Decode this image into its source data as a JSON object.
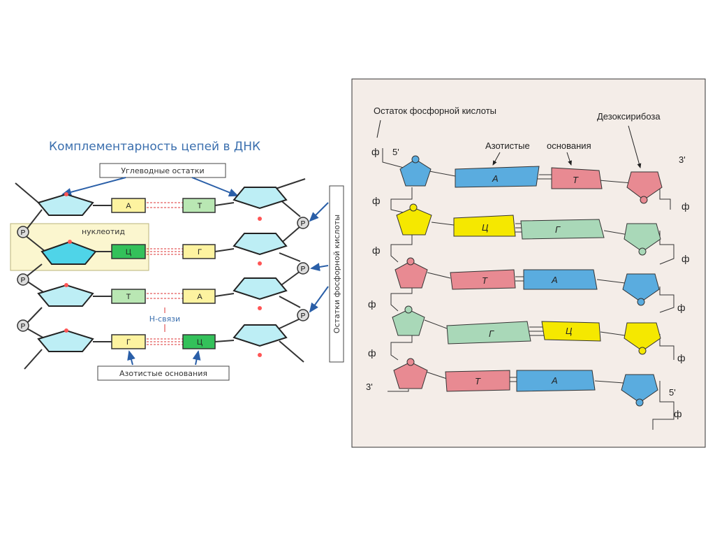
{
  "left": {
    "title": "Комплементарность цепей в ДНК",
    "carb_label": "Углеводные остатки",
    "nucleotide_label": "нуклеотид",
    "hbond_label": "H-связи",
    "bases_label": "Азотистые основания",
    "phosphate_label": "Остатки фосфорной кислоты",
    "phosphate_symbol": "P",
    "sugar_o": "o",
    "pairs": [
      {
        "left": "А",
        "right": "Т"
      },
      {
        "left": "Ц",
        "right": "Г"
      },
      {
        "left": "Т",
        "right": "А"
      },
      {
        "left": "Г",
        "right": "Ц"
      }
    ]
  },
  "right": {
    "phosphate_acid_label": "Остаток фосфорной кислоты",
    "deoxyribose_label": "Дезоксирибоза",
    "bases_label_1": "Азотистые",
    "bases_label_2": "основания",
    "phi": "ф",
    "end5": "5'",
    "end3": "3'",
    "pairs": [
      {
        "left": "А",
        "right": "Т"
      },
      {
        "left": "Ц",
        "right": "Г"
      },
      {
        "left": "Т",
        "right": "А"
      },
      {
        "left": "Г",
        "right": "Ц"
      },
      {
        "left": "Т",
        "right": "А"
      }
    ]
  },
  "colors": {
    "blue": "#5aacdf",
    "red": "#e88a92",
    "yellow": "#f5e800",
    "green": "#a9d8b8",
    "panel_bg": "#f4ede8",
    "cyan": "#bdeef5",
    "arrow": "#2a5fa8"
  }
}
